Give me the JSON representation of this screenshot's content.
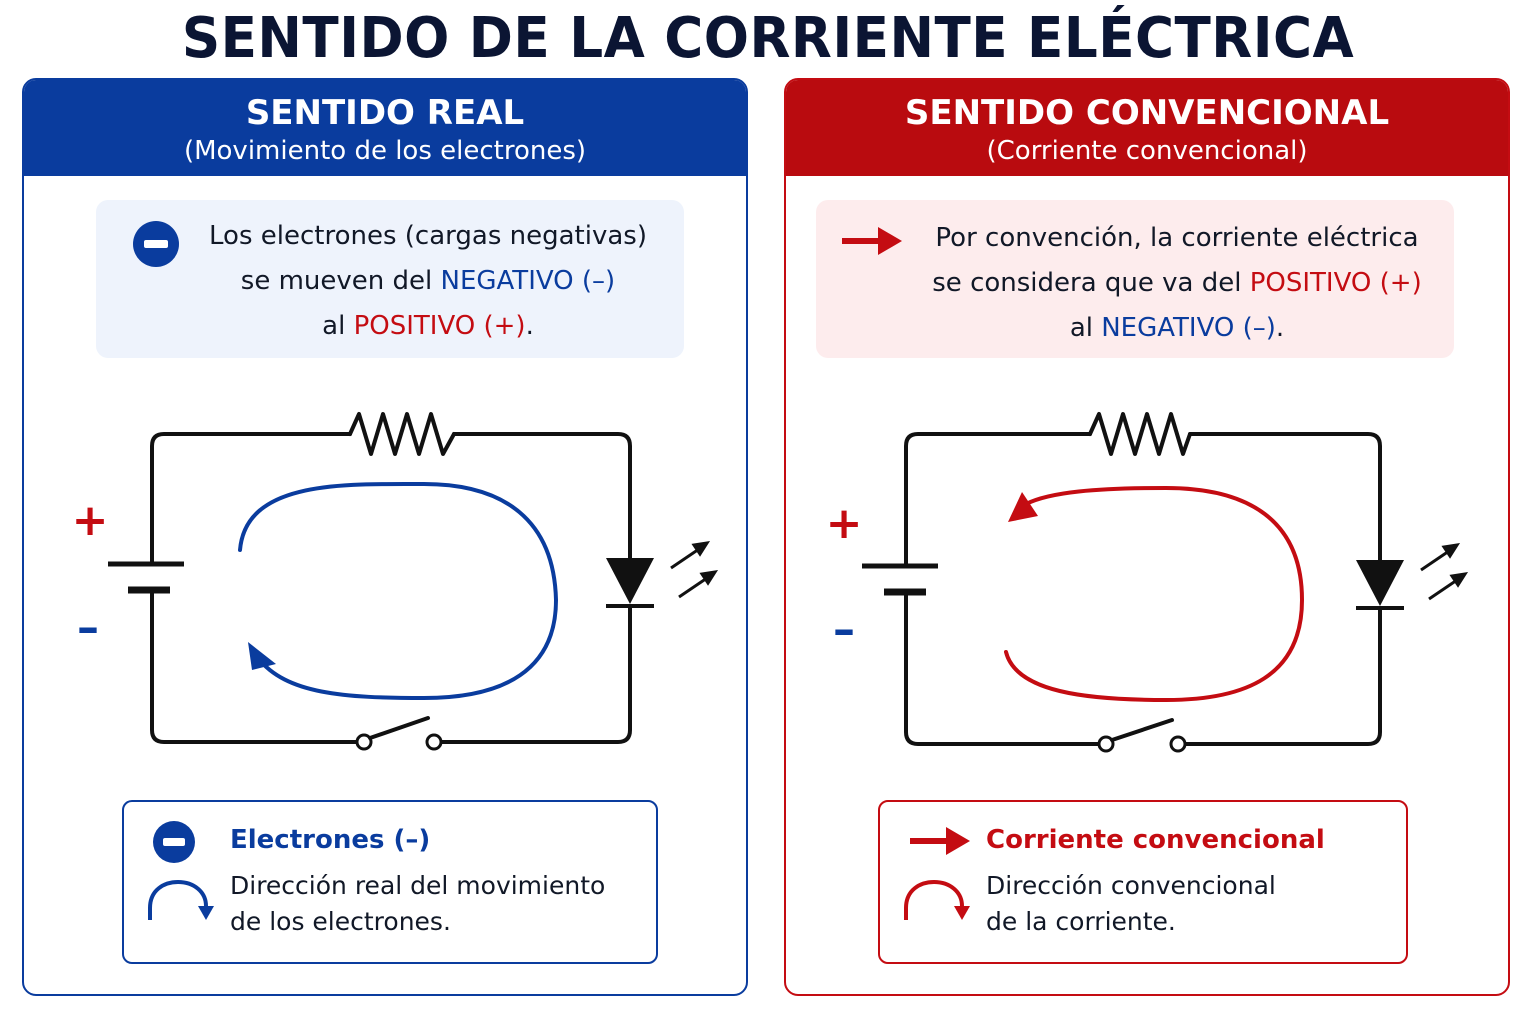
{
  "title": "SENTIDO DE LA CORRIENTE ELÉCTRICA",
  "colors": {
    "blue": "#0a3c9e",
    "red": "#c40c12",
    "dark": "#0b1533"
  },
  "left_panel": {
    "title": "SENTIDO REAL",
    "subtitle": "(Movimiento de los electrones)",
    "info_icon": "minus-circle-icon",
    "info": {
      "line1": "Los electrones (cargas negativas)",
      "line2_prefix": "se mueven del ",
      "line2_highlight": "NEGATIVO (–)",
      "line3_prefix": "al ",
      "line3_highlight": "POSITIVO (+)",
      "line3_suffix": "."
    },
    "battery_plus": "+",
    "battery_minus": "–",
    "legend": {
      "item1_icon": "minus-circle-icon",
      "item1_label": "Electrones (–)",
      "item2_icon": "curved-arrow-icon",
      "item2_line1": "Dirección real del movimiento",
      "item2_line2": "de los electrones."
    }
  },
  "right_panel": {
    "title": "SENTIDO CONVENCIONAL",
    "subtitle": "(Corriente convencional)",
    "info_icon": "right-arrow-icon",
    "info": {
      "line1": "Por convención, la corriente eléctrica",
      "line2_prefix": "se considera que va del ",
      "line2_highlight": "POSITIVO (+)",
      "line3_prefix": "al ",
      "line3_highlight": "NEGATIVO (–)",
      "line3_suffix": "."
    },
    "battery_plus": "+",
    "battery_minus": "–",
    "legend": {
      "item1_icon": "right-arrow-icon",
      "item1_label": "Corriente convencional",
      "item2_icon": "curved-arrow-icon",
      "item2_line1": "Dirección convencional",
      "item2_line2": "de la corriente."
    }
  }
}
